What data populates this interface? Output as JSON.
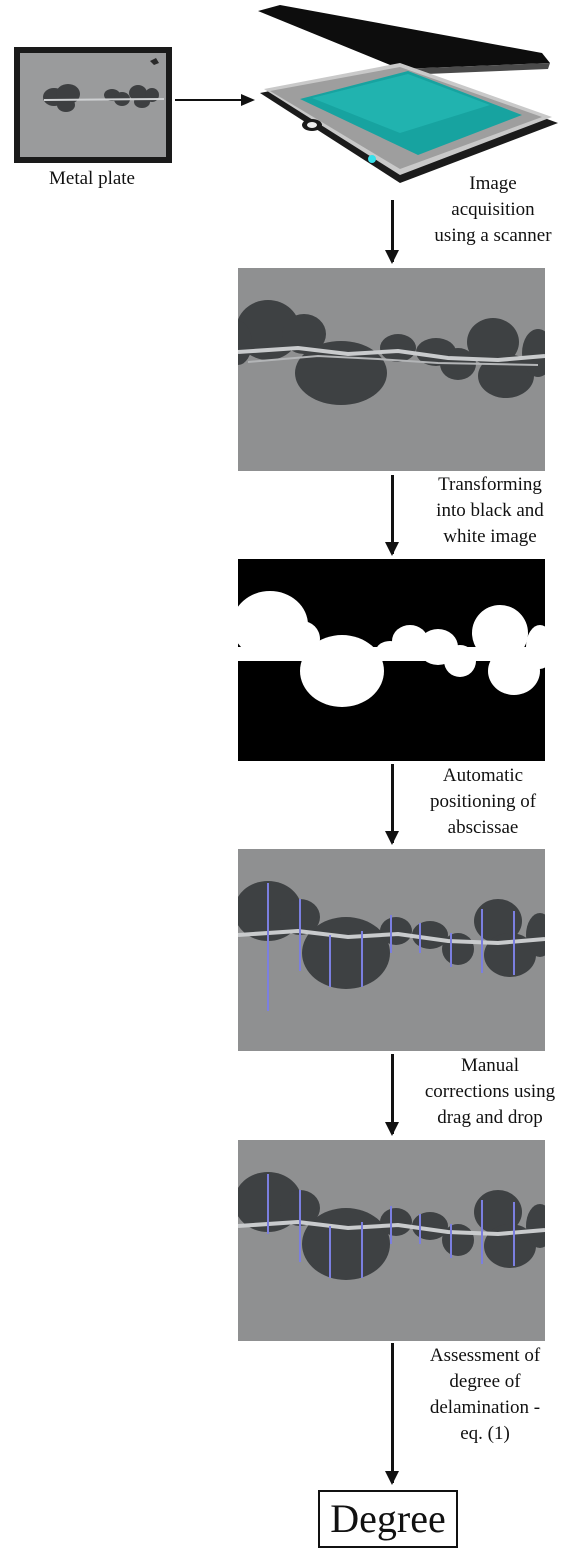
{
  "inputs": {
    "plate_label": "Metal plate"
  },
  "steps": [
    {
      "caption": "Image acquisition using a scanner",
      "lines": [
        "Image",
        "acquisition",
        "using a scanner"
      ]
    },
    {
      "caption": "Transforming into black and white image",
      "lines": [
        "Transforming",
        "into black and",
        "white image"
      ]
    },
    {
      "caption": "Automatic positioning of abscissae",
      "lines": [
        "Automatic",
        "positioning of",
        "abscissae"
      ]
    },
    {
      "caption": "Manual corrections using drag and drop",
      "lines": [
        "Manual",
        "corrections using",
        "drag and drop"
      ]
    },
    {
      "caption": "Assessment of degree of delamination - eq. (1)",
      "lines": [
        "Assessment of",
        "degree of",
        "delamination -",
        "eq. (1)"
      ]
    }
  ],
  "output": {
    "label": "Degree"
  },
  "colors": {
    "scan_bg": "#8f9091",
    "blister": "#3e4143",
    "abscissa_line": "#7b7fe0",
    "scanner_screen": "#17a3a0"
  }
}
